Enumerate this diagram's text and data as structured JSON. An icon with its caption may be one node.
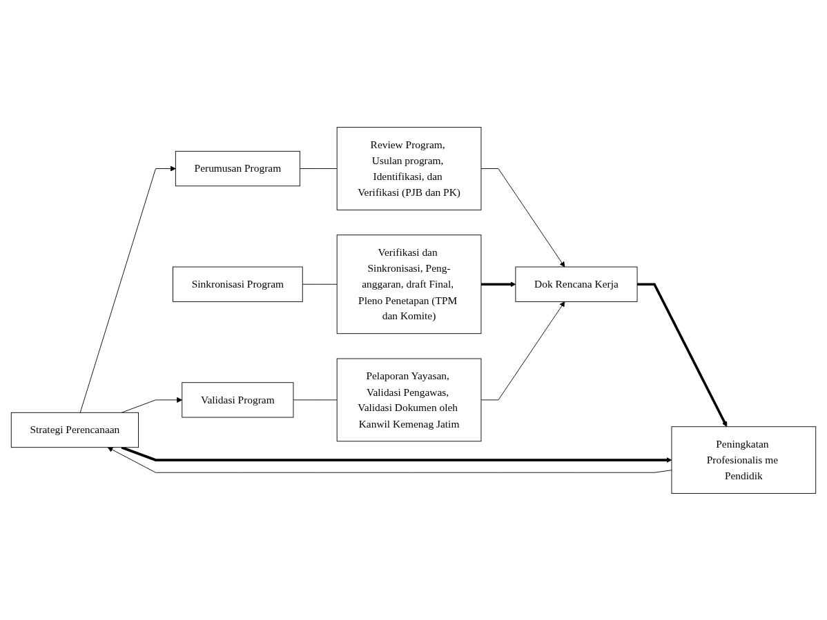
{
  "diagram": {
    "nodes": [
      {
        "text": [
          "Strategi Perencanaan"
        ]
      },
      {
        "text": [
          "Perumusan Program"
        ]
      },
      {
        "text": [
          "Review Program, Usulan program, Identifikasi, dan Verifikasi (PJB dan PK)"
        ]
      },
      {
        "text": [
          "Sinkronisasi Program"
        ]
      },
      {
        "text": [
          "Verifikasi dan Sinkronisasi, Peng-anggaran, draft Final, Pleno Penetapan (TPM dan Komite)"
        ]
      },
      {
        "text": [
          "Validasi Program"
        ]
      },
      {
        "text": [
          "Pelaporan Yayasan, Validasi Pengawas, Validasi Dokumen oleh Kanwil Kemenag Jatim"
        ]
      },
      {
        "text": [
          "Dok Rencana Kerja"
        ]
      },
      {
        "text": [
          "Peningkatan Profesionalis me Pendidik"
        ]
      }
    ],
    "edges": [
      {
        "from": 0,
        "to": 1,
        "arrow": "to"
      },
      {
        "from": 0,
        "to": 5,
        "arrow": "to"
      },
      {
        "from": 1,
        "to": 2,
        "arrow": "none"
      },
      {
        "from": 3,
        "to": 4,
        "arrow": "none"
      },
      {
        "from": 5,
        "to": 6,
        "arrow": "none"
      },
      {
        "from": 2,
        "to": 7,
        "arrow": "to"
      },
      {
        "from": 4,
        "to": 7,
        "arrow": "to",
        "style": "thick"
      },
      {
        "from": 6,
        "to": 7,
        "arrow": "to"
      },
      {
        "from": 7,
        "to": 8,
        "arrow": "to",
        "style": "thick"
      },
      {
        "from": 8,
        "to": 0,
        "arrow": "to"
      },
      {
        "from": 0,
        "to": 8,
        "arrow": "to",
        "style": "thick"
      }
    ]
  }
}
